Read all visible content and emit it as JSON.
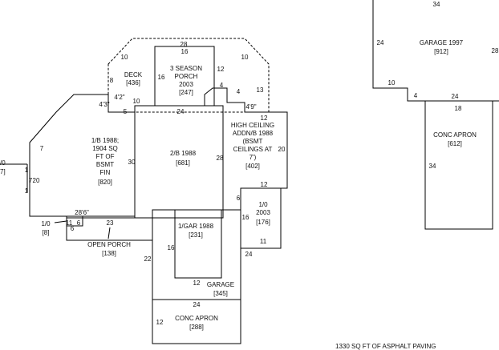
{
  "areas": [
    {
      "id": "deck",
      "lines": [
        "DECK",
        "[436]"
      ]
    },
    {
      "id": "porch3",
      "lines": [
        "3 SEASON",
        "PORCH",
        "2003",
        "[247]"
      ]
    },
    {
      "id": "main",
      "lines": [
        "1/B 1988;",
        "1904 SQ",
        "FT OF",
        "BSMT",
        "FIN",
        "[820]"
      ]
    },
    {
      "id": "twob",
      "lines": [
        "2/B 1988",
        "[681]"
      ]
    },
    {
      "id": "addn",
      "lines": [
        "HIGH CEILING",
        "ADDN/B 1988",
        "(BSMT",
        "CEILINGS AT",
        "7')",
        "[402]"
      ]
    },
    {
      "id": "onezero",
      "lines": [
        "1/0",
        "2003",
        "[176]"
      ]
    },
    {
      "id": "gar1",
      "lines": [
        "1/GAR 1988",
        "[231]"
      ]
    },
    {
      "id": "garage",
      "lines": [
        "GARAGE",
        "[345]"
      ]
    },
    {
      "id": "apron1",
      "lines": [
        "CONC APRON",
        "[288]"
      ]
    },
    {
      "id": "openporch",
      "lines": [
        "OPEN PORCH",
        "[138]"
      ]
    },
    {
      "id": "smallb",
      "lines": [
        "1/0",
        "[8]"
      ]
    },
    {
      "id": "garage97",
      "lines": [
        "GARAGE 1997",
        "[912]"
      ]
    },
    {
      "id": "apron2",
      "lines": [
        "CONC APRON",
        "[612]"
      ]
    },
    {
      "id": "leftcut",
      "lines": [
        "/0",
        "7]"
      ]
    }
  ],
  "dimensions": [
    "28",
    "16",
    "10",
    "10",
    "8",
    "16",
    "12",
    "4",
    "4",
    "13",
    "4'2\"",
    "10",
    "4'3\"",
    "5",
    "24",
    "4'9\"",
    "12",
    "7",
    "30",
    "28",
    "20",
    "12",
    "1",
    "7",
    "20",
    "1",
    "28'6\"",
    "6",
    "11",
    "6",
    "23",
    "6",
    "16",
    "11",
    "16",
    "24",
    "22",
    "12",
    "24",
    "12",
    "34",
    "24",
    "28",
    "10",
    "4",
    "24",
    "18",
    "34"
  ],
  "footnote": "1330 SQ FT OF ASPHALT PAVING"
}
